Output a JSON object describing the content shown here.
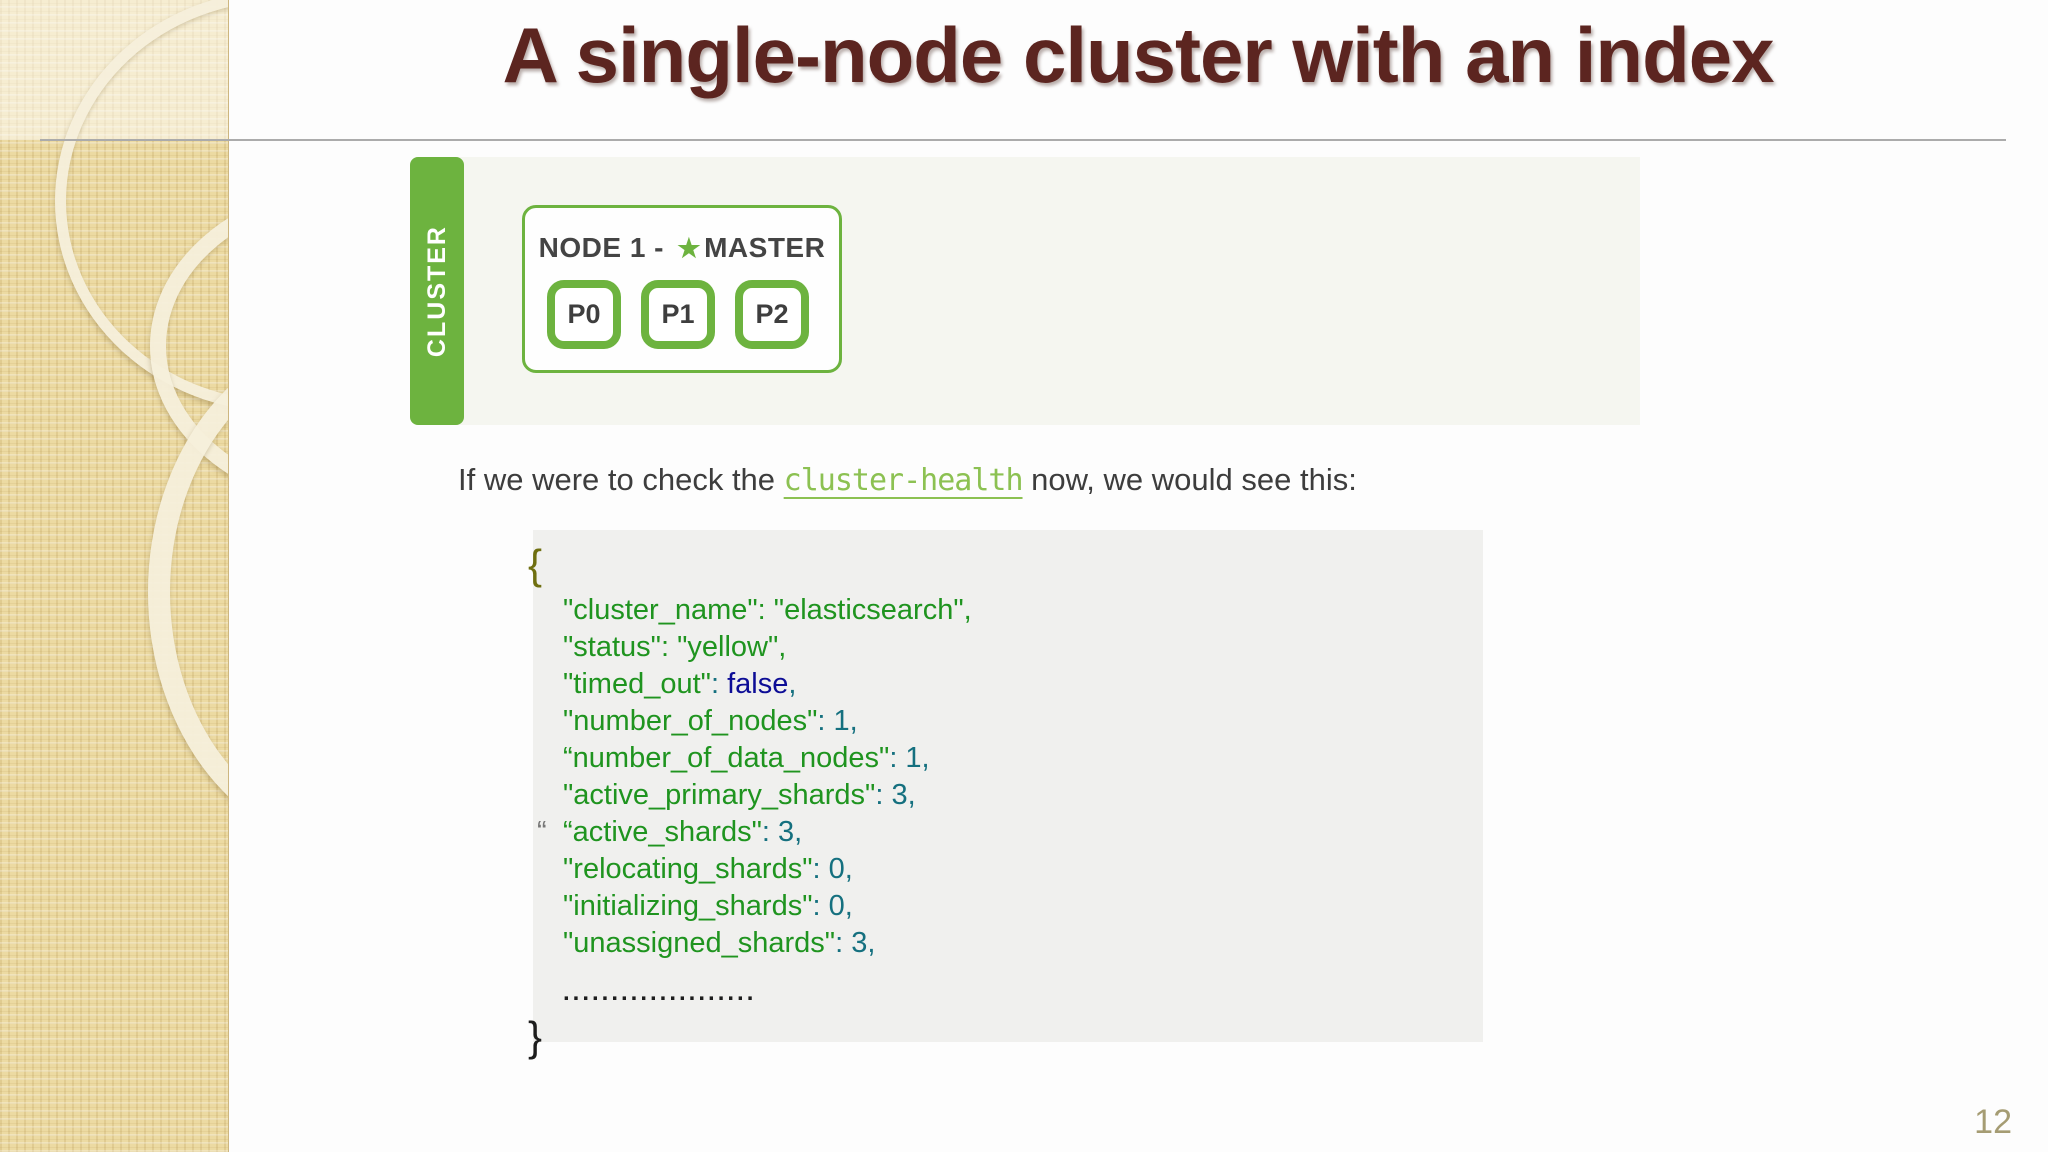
{
  "slide": {
    "title": "A single-node cluster with an index",
    "page_number": "12"
  },
  "colors": {
    "accent_green": "#6db33f",
    "title_maroon": "#5c2520",
    "link_green": "#8cc152",
    "code_key_green": "#1f941f",
    "code_number_teal": "#15707f",
    "code_false_navy": "#0d0d96",
    "brace_olive": "#6f6f10",
    "sidebar_beige": "#ecdaa2",
    "code_block_bg": "#f0f0ee",
    "page_number_tan": "#a59c73"
  },
  "diagram": {
    "cluster_label": "CLUSTER",
    "node": {
      "title_prefix": "NODE 1 - ",
      "star_icon": "★",
      "master_label": "MASTER",
      "shards": [
        "P0",
        "P1",
        "P2"
      ]
    }
  },
  "paragraph": {
    "before": "If we were to check the ",
    "code": "cluster-health",
    "after": " now, we would see this:"
  },
  "code_block": {
    "lines": [
      {
        "type": "brace",
        "segments": [
          {
            "t": "{",
            "c": "olive"
          }
        ]
      },
      {
        "type": "kv",
        "segments": [
          {
            "t": "\"cluster_name\": \"elasticsearch\",",
            "c": "green"
          }
        ]
      },
      {
        "type": "kv",
        "segments": [
          {
            "t": "\"status\": \"yellow\",",
            "c": "green"
          }
        ]
      },
      {
        "type": "kv",
        "segments": [
          {
            "t": "\"timed_out\"",
            "c": "green"
          },
          {
            "t": ": ",
            "c": "teal"
          },
          {
            "t": "false",
            "c": "navy"
          },
          {
            "t": ",",
            "c": "teal"
          }
        ]
      },
      {
        "type": "kv",
        "segments": [
          {
            "t": "\"number_of_nodes\"",
            "c": "green"
          },
          {
            "t": ": 1,",
            "c": "teal"
          }
        ]
      },
      {
        "type": "kv",
        "segments": [
          {
            "t": "“number_of_data_nodes\"",
            "c": "green"
          },
          {
            "t": ": 1,",
            "c": "teal"
          }
        ]
      },
      {
        "type": "kv",
        "segments": [
          {
            "t": "\"active_primary_shards\"",
            "c": "green"
          },
          {
            "t": ": 3,",
            "c": "teal"
          }
        ]
      },
      {
        "type": "kv",
        "stray": "“",
        "segments": [
          {
            "t": "“active_shards\"",
            "c": "green"
          },
          {
            "t": ": 3,",
            "c": "teal"
          }
        ]
      },
      {
        "type": "kv",
        "segments": [
          {
            "t": "\"relocating_shards\"",
            "c": "green"
          },
          {
            "t": ": 0,",
            "c": "teal"
          }
        ]
      },
      {
        "type": "kv",
        "segments": [
          {
            "t": "\"initializing_shards\"",
            "c": "green"
          },
          {
            "t": ": 0,",
            "c": "teal"
          }
        ]
      },
      {
        "type": "kv",
        "segments": [
          {
            "t": "\"unassigned_shards\"",
            "c": "green"
          },
          {
            "t": ": 3,",
            "c": "teal"
          }
        ]
      },
      {
        "type": "dots",
        "segments": [
          {
            "t": "....................",
            "c": "dark"
          }
        ]
      },
      {
        "type": "brace-end",
        "segments": [
          {
            "t": "}",
            "c": "dark"
          }
        ]
      }
    ]
  }
}
